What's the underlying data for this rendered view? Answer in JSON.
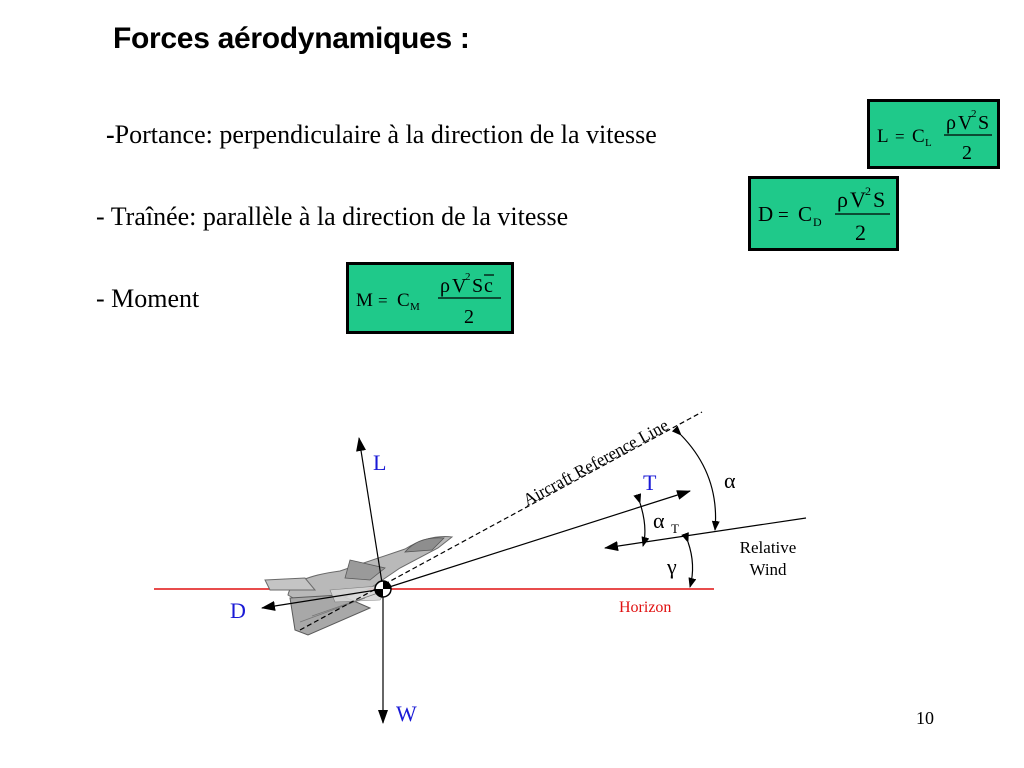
{
  "slide": {
    "title": "Forces aérodynamiques :",
    "page_number": "10"
  },
  "bullets": {
    "portance": {
      "prefix": "-",
      "text": "Portance: perpendiculaire à la direction de la vitesse"
    },
    "trainee": {
      "text": "- Traînée: parallèle à la direction de la vitesse"
    },
    "moment": {
      "text": "- Moment"
    }
  },
  "formulas": {
    "lift": {
      "lhs": "L",
      "eq": "=",
      "coef": "C",
      "sub": "L",
      "num_rho": "ρ",
      "num_v": "V",
      "sup": "2",
      "num_rest": "S",
      "den": "2"
    },
    "drag": {
      "lhs": "D",
      "eq": "=",
      "coef": "C",
      "sub": "D",
      "num_rho": "ρ",
      "num_v": "V",
      "sup": "2",
      "num_rest": "S",
      "den": "2"
    },
    "moment": {
      "lhs": "M",
      "eq": "=",
      "coef": "C",
      "sub": "M",
      "num_rho": "ρ",
      "num_v": "V",
      "sup": "2",
      "num_rest": "S",
      "num_cbar": "c",
      "den": "2"
    }
  },
  "diagram": {
    "labels": {
      "lift": "L",
      "drag": "D",
      "thrust": "T",
      "weight": "W",
      "alpha": "α",
      "alpha_t_greek": "α",
      "alpha_t_sub": "T",
      "gamma": "γ",
      "relative_wind_line1": "Relative",
      "relative_wind_line2": "Wind",
      "horizon": "Horizon",
      "reference_line": "Aircraft Reference Line"
    },
    "colors": {
      "force_labels": "#1a1ad6",
      "horizon": "#e01010",
      "formula_box": "#1fc98a"
    }
  }
}
